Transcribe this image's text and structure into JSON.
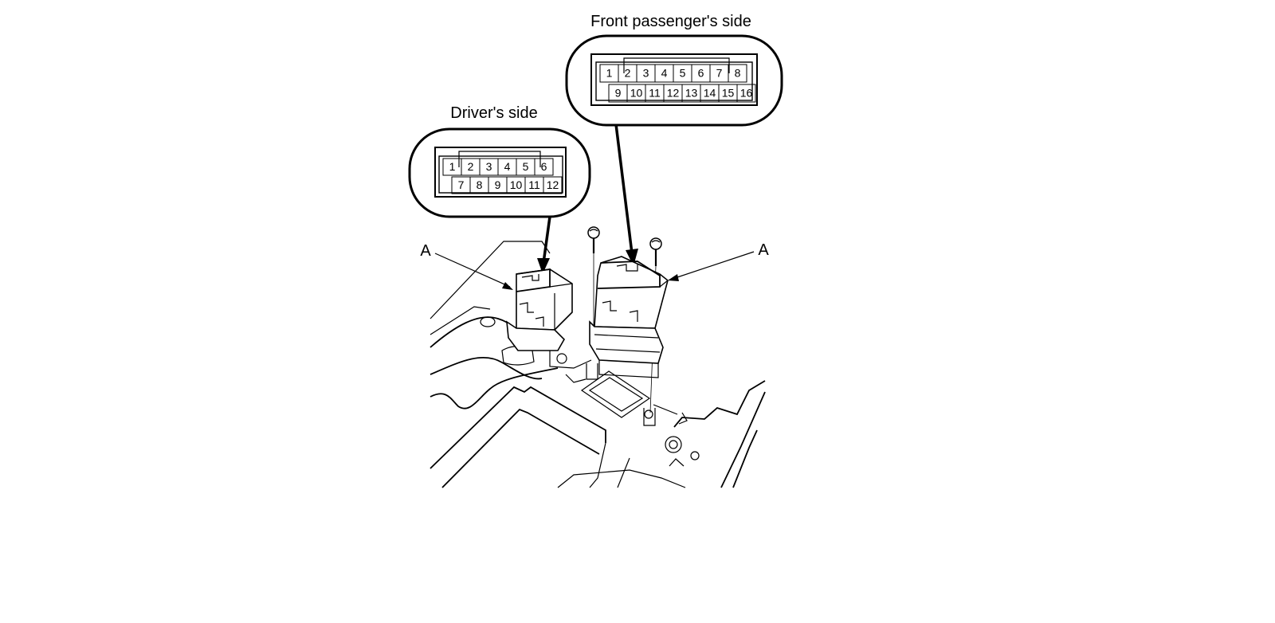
{
  "labels": {
    "front_passenger": "Front passenger's side",
    "driver": "Driver's side",
    "callout_left": "A",
    "callout_right": "A"
  },
  "connectors": {
    "driver": {
      "top_row": [
        "1",
        "2",
        "3",
        "4",
        "5",
        "6"
      ],
      "bottom_row": [
        "7",
        "8",
        "9",
        "10",
        "11",
        "12"
      ]
    },
    "front_passenger": {
      "top_row": [
        "1",
        "2",
        "3",
        "4",
        "5",
        "6",
        "7",
        "8"
      ],
      "bottom_row": [
        "9",
        "10",
        "11",
        "12",
        "13",
        "14",
        "15",
        "16"
      ]
    }
  }
}
